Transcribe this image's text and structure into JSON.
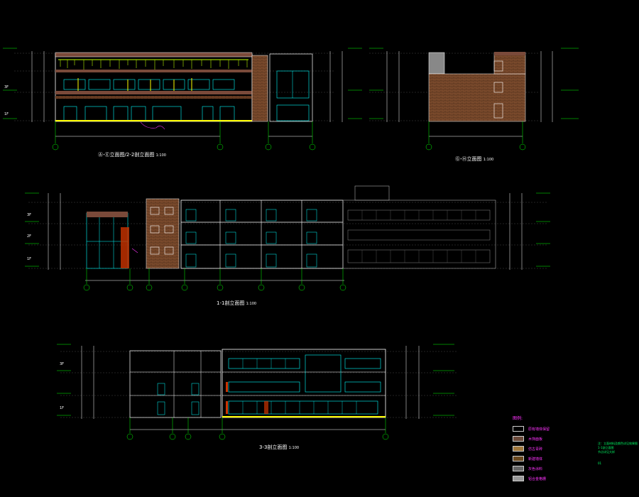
{
  "drawing": {
    "elevation_a_title": "Ⓐ-Ⓔ立面图/2-2剖立面图",
    "elevation_a_scale": "1:100",
    "elevation_b_title": "Ⓖ-Ⓗ立面图",
    "elevation_b_scale": "1:100",
    "section_1_title": "1-1剖立面图",
    "section_1_scale": "1:100",
    "section_3_title": "3-3剖立面图",
    "section_3_scale": "1:100"
  },
  "floor_labels": [
    "3F",
    "2F",
    "1F"
  ],
  "legend": {
    "title": "图例:",
    "items": [
      {
        "label": "原有墙体保留",
        "color": "#000000"
      },
      {
        "label": "木饰面板",
        "color": "#6b4a3a"
      },
      {
        "label": "仿古青砖",
        "color": "#a0783c"
      },
      {
        "label": "新建墙体",
        "color": "#6b4a20"
      },
      {
        "label": "灰色涂料",
        "color": "#666666"
      },
      {
        "label": "铝合金格栅",
        "color": "#999999"
      }
    ]
  },
  "notes": [
    "注：立面材料及颜色详见效果图",
    "1-1剖立面图",
    "节点详见大样"
  ],
  "sheet_code": "01",
  "colors": {
    "background": "#000000",
    "line": "#ffffff",
    "glass": "#00ffff",
    "grid_axis": "#00ff00",
    "dim": "#ffffff",
    "annotation": "#ff33ff",
    "brick": "#7a4a2c",
    "roof": "#7a4a3a",
    "vegetation": "#99cc00",
    "accent": "#ffff00"
  }
}
